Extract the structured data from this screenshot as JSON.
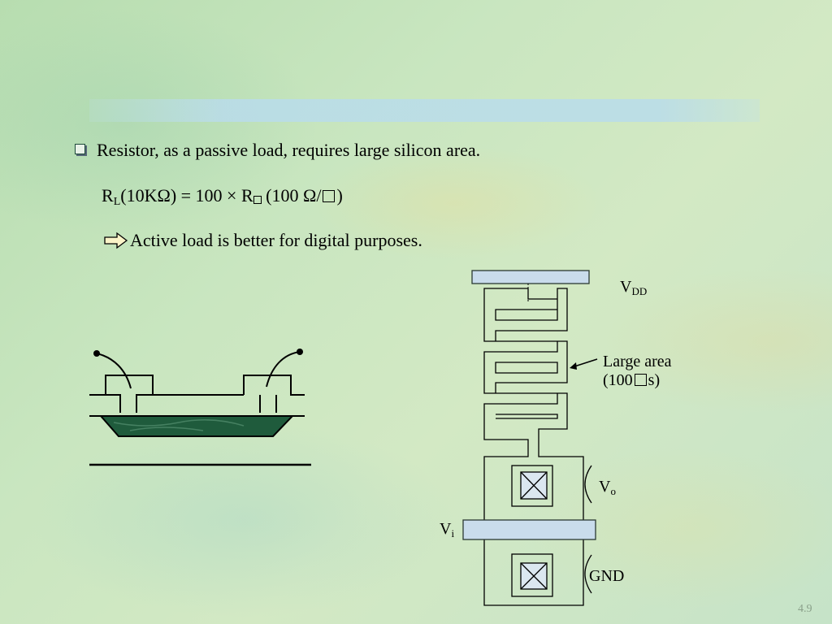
{
  "slide": {
    "bullet1": "Resistor, as a passive load, requires large silicon area.",
    "eq": {
      "r": "R",
      "r_sub": "L",
      "r_val": "(10KΩ) = 100 × R",
      "paren_open": "(100 Ω/",
      "paren_close": ")"
    },
    "conclusion": "Active load is better for digital purposes.",
    "page_number": "4.9"
  },
  "layout_diagram": {
    "vdd_main": "V",
    "vdd_sub": "DD",
    "large_area_line1": "Large area",
    "large_area_line2_a": "(100",
    "large_area_line2_b": "s)",
    "vo_main": "V",
    "vo_sub": "o",
    "vi_main": "V",
    "vi_sub": "i",
    "gnd": "GND"
  },
  "colors": {
    "accent_fill": "#c9dcec",
    "outline": "#2b3a33",
    "substrate": "#1f5b3c",
    "contact_fill": "#dbe7f0"
  }
}
